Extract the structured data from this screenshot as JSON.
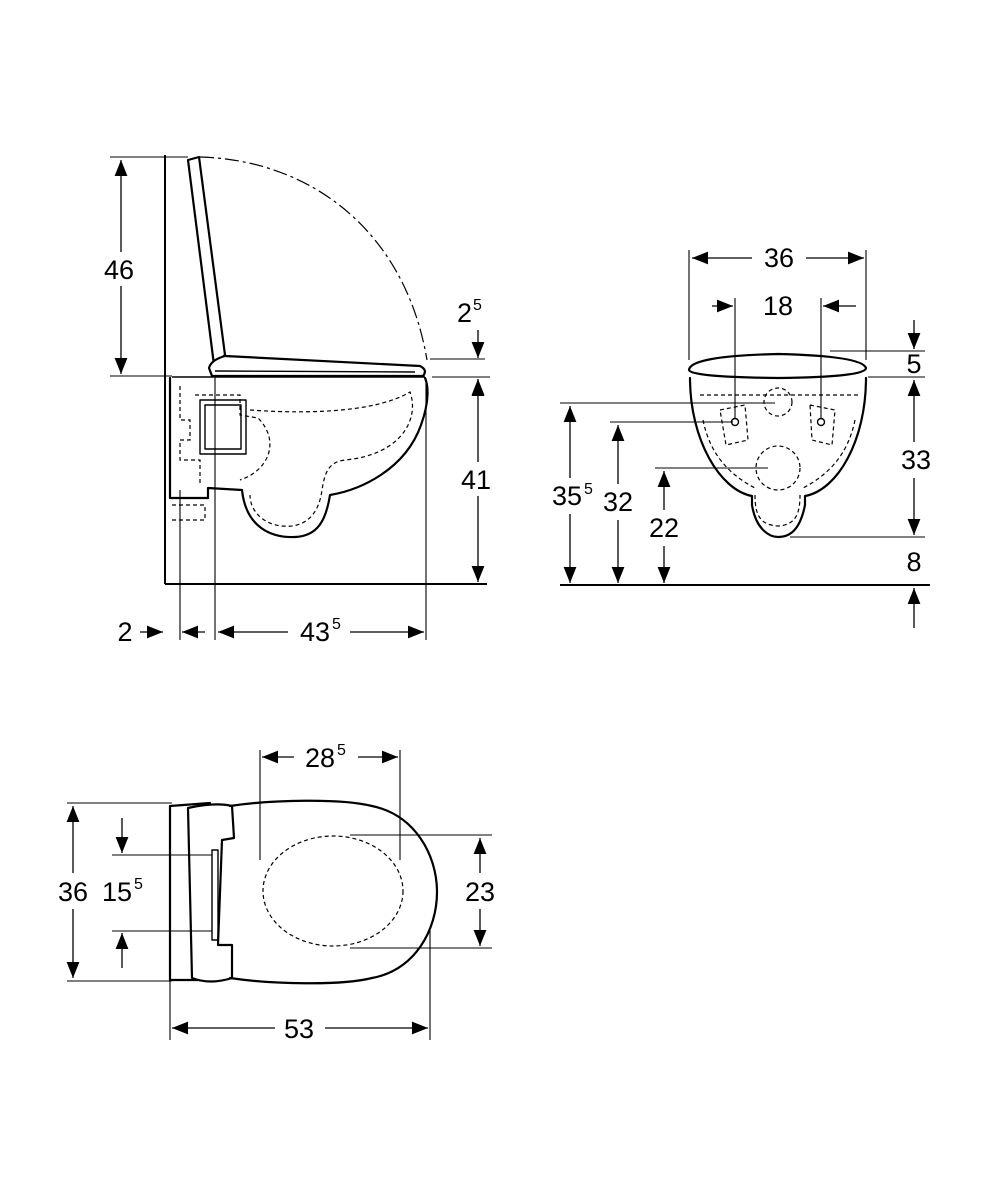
{
  "dimensions": {
    "side_view": {
      "height_lid_open": {
        "value": "46"
      },
      "seat_thickness": {
        "value": "2",
        "sup": "5"
      },
      "seat_height": {
        "value": "41"
      },
      "wall_gap": {
        "value": "2"
      },
      "projection": {
        "value": "43",
        "sup": "5"
      }
    },
    "front_view": {
      "width": {
        "value": "36"
      },
      "bolt_spacing": {
        "value": "18"
      },
      "lid_height": {
        "value": "5"
      },
      "bowl_height": {
        "value": "33"
      },
      "bottom_offset": {
        "value": "8"
      },
      "upper_height": {
        "value": "35",
        "sup": "5"
      },
      "bolt_height": {
        "value": "32"
      },
      "outlet_height": {
        "value": "22"
      }
    },
    "top_view": {
      "width": {
        "value": "36"
      },
      "bracket_spacing": {
        "value": "15",
        "sup": "5"
      },
      "opening_length": {
        "value": "28",
        "sup": "5"
      },
      "opening_width": {
        "value": "23"
      },
      "length": {
        "value": "53"
      }
    }
  }
}
